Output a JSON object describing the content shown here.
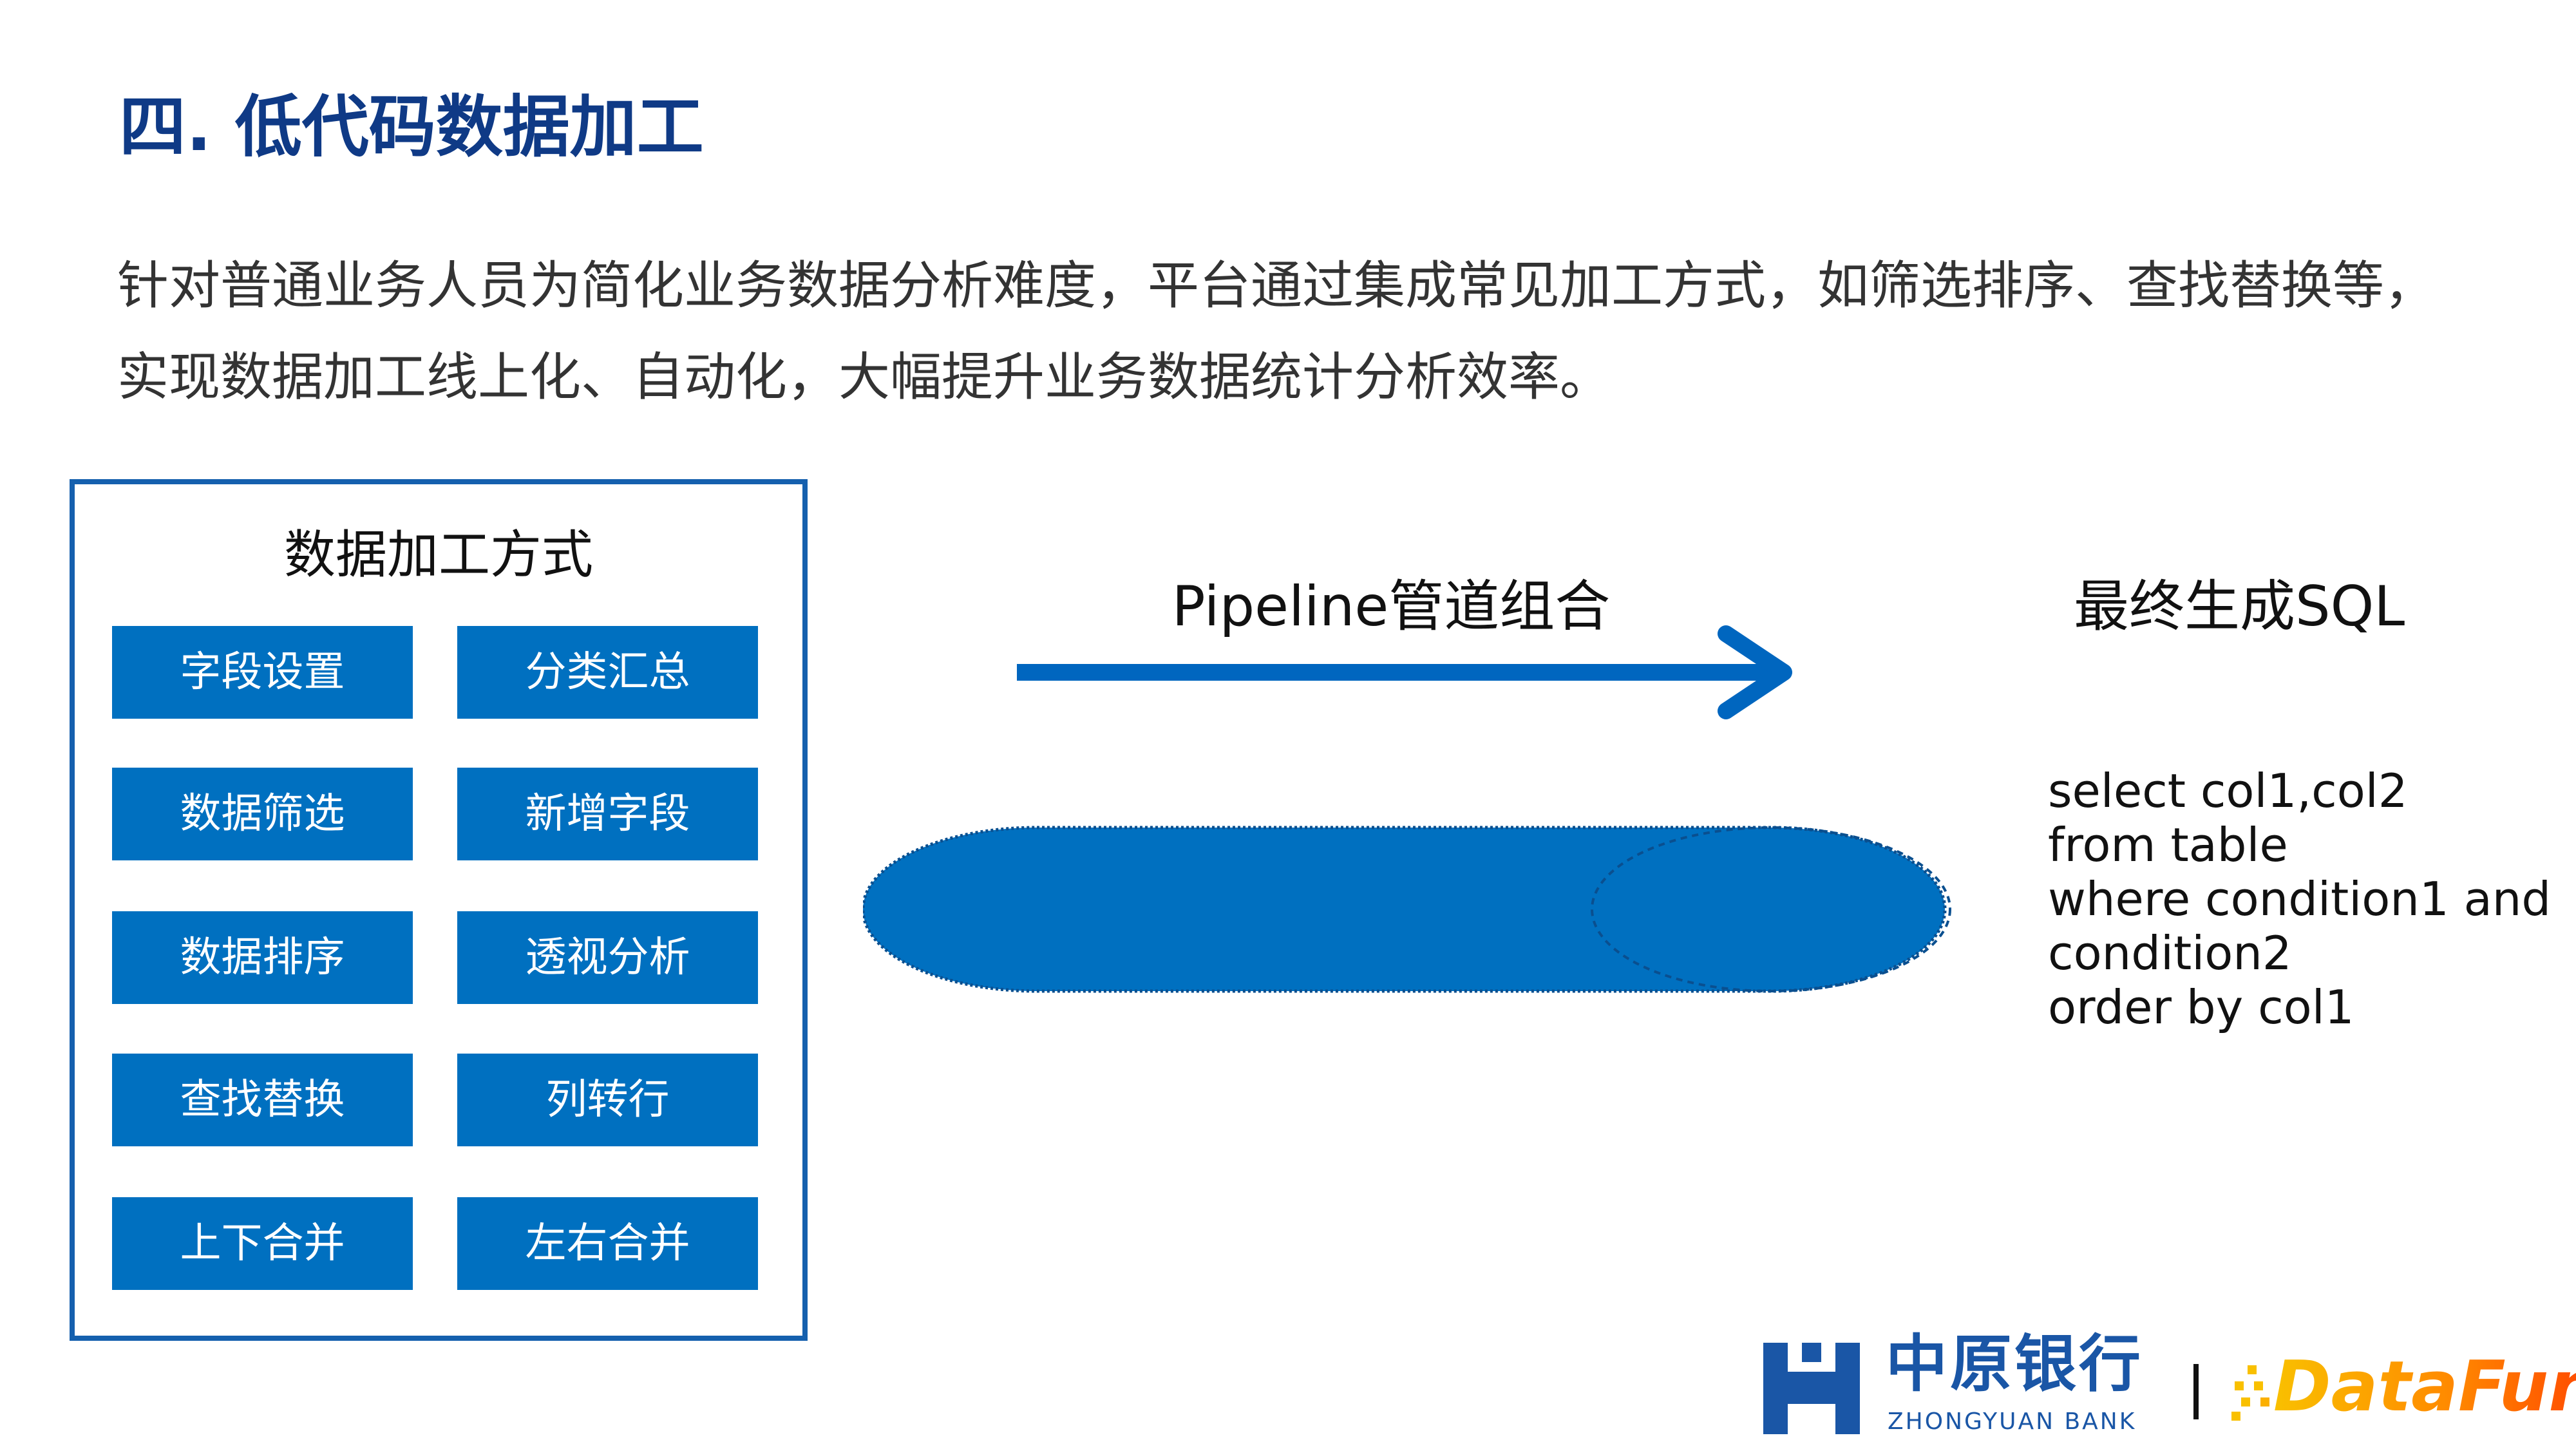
{
  "title": "四. 低代码数据加工",
  "description": [
    "针对普通业务人员为简化业务数据分析难度，平台通过集成常见加工方式，如筛选排序、查找替换等，",
    "实现数据加工线上化、自动化，大幅提升业务数据统计分析效率。"
  ],
  "methods": {
    "title": "数据加工方式",
    "items": [
      "字段设置",
      "分类汇总",
      "数据筛选",
      "新增字段",
      "数据排序",
      "透视分析",
      "查找替换",
      "列转行",
      "上下合并",
      "左右合并"
    ]
  },
  "pipeline_label": "Pipeline管道组合",
  "sql_label": "最终生成SQL",
  "sql_lines": [
    "select col1,col2",
    "from table",
    "where condition1 and",
    "condition2",
    "order by col1"
  ],
  "logos": {
    "bank_cn": "中原银行",
    "bank_en": "ZHONGYUAN BANK",
    "partner": "DataFun."
  },
  "colors": {
    "primary": "#0070c0",
    "title": "#0f3a86"
  }
}
